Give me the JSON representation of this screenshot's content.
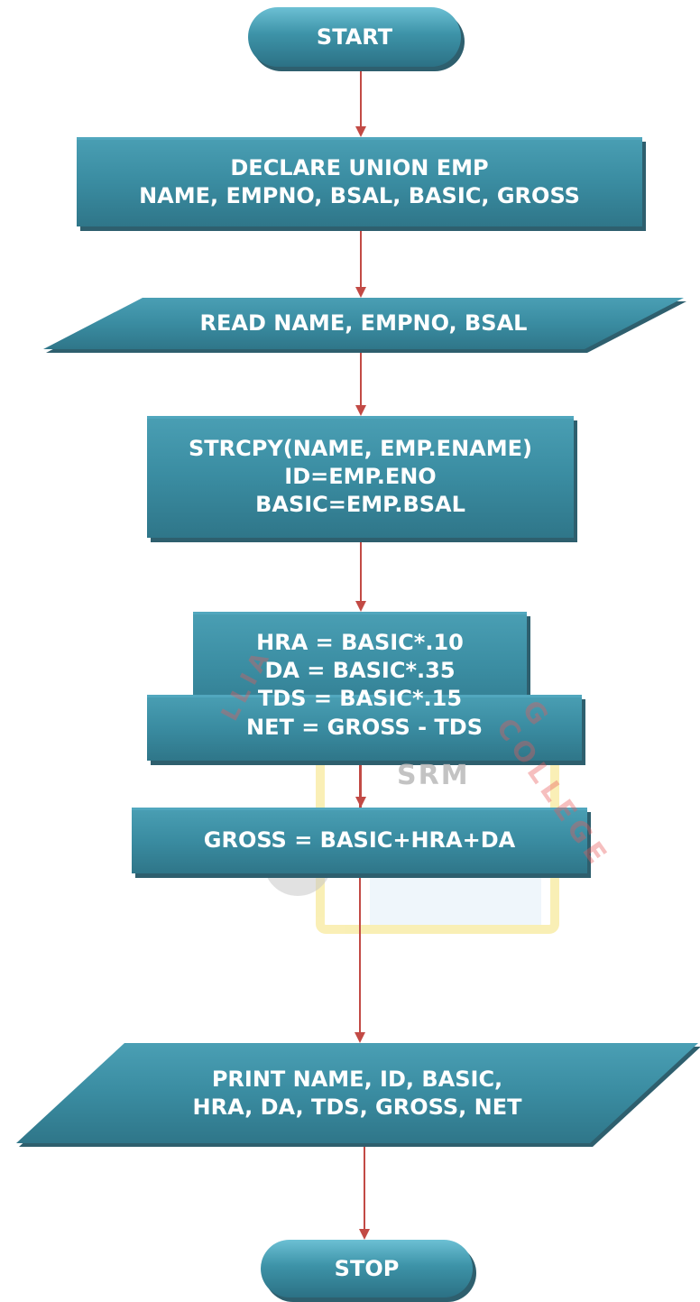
{
  "colors": {
    "box_fill": "#3b8ea3",
    "box_light": "#56aec4",
    "box_shadow": "#2e5f6e",
    "arrow": "#c24a45",
    "watermark_ring": "#f5e27a",
    "watermark_text": "#e85a5a"
  },
  "watermark": {
    "text": "SRM",
    "arc_text": "G COLLEGE",
    "left_text": "LLIA"
  },
  "nodes": [
    {
      "id": "start",
      "shape": "terminal",
      "text": "START"
    },
    {
      "id": "declare",
      "shape": "process",
      "text": "DECLARE UNION EMP\nNAME, EMPNO, BSAL, BASIC, GROSS"
    },
    {
      "id": "read",
      "shape": "io",
      "text": "READ NAME, EMPNO, BSAL"
    },
    {
      "id": "assign",
      "shape": "process",
      "text": "STRCPY(NAME, EMP.ENAME)\nID=EMP.ENO\nBASIC=EMP.BSAL"
    },
    {
      "id": "calc",
      "shape": "process",
      "text": "HRA = BASIC*.10\nDA = BASIC*.35\nTDS = BASIC*.15"
    },
    {
      "id": "gross",
      "shape": "process",
      "text": "GROSS = BASIC+HRA+DA"
    },
    {
      "id": "net",
      "shape": "process",
      "text": "NET = GROSS - TDS"
    },
    {
      "id": "print",
      "shape": "io",
      "text": "PRINT NAME, ID, BASIC,\nHRA, DA, TDS, GROSS, NET"
    },
    {
      "id": "stop",
      "shape": "terminal",
      "text": "STOP"
    }
  ],
  "edges": [
    {
      "from": "start",
      "to": "declare"
    },
    {
      "from": "declare",
      "to": "read"
    },
    {
      "from": "read",
      "to": "assign"
    },
    {
      "from": "assign",
      "to": "calc"
    },
    {
      "from": "calc",
      "to": "gross"
    },
    {
      "from": "gross",
      "to": "net"
    },
    {
      "from": "net",
      "to": "print"
    },
    {
      "from": "print",
      "to": "stop"
    }
  ]
}
